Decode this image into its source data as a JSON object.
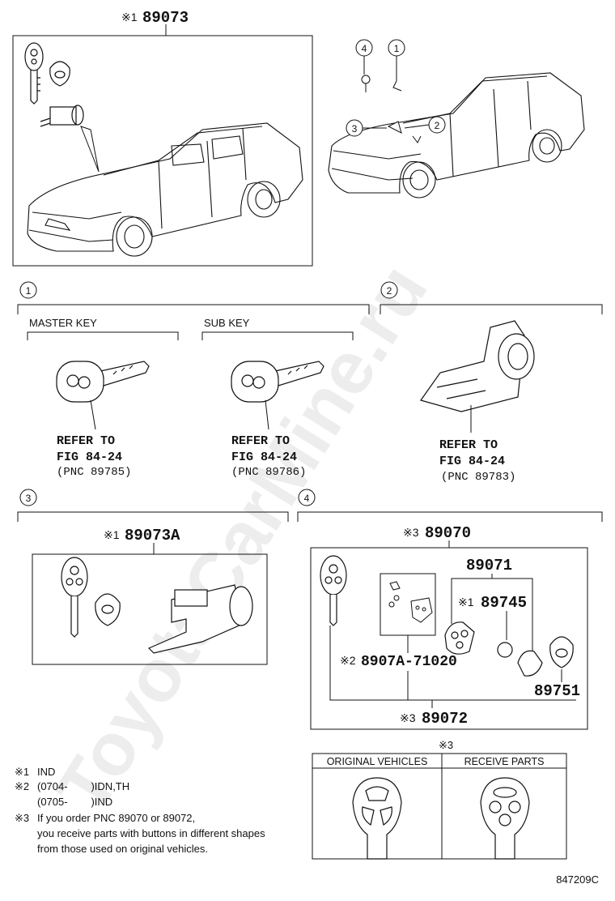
{
  "header": {
    "main_mark": "※1",
    "main_part": "89073"
  },
  "callouts": {
    "c1": "1",
    "c2": "2",
    "c3": "3",
    "c4": "4"
  },
  "section1": {
    "num": "1",
    "master_key_label": "MASTER KEY",
    "sub_key_label": "SUB KEY",
    "master_ref": [
      "REFER TO",
      "FIG 84-24",
      "(PNC 89785)"
    ],
    "sub_ref": [
      "REFER TO",
      "FIG 84-24",
      "(PNC 89786)"
    ]
  },
  "section2": {
    "num": "2",
    "ref": [
      "REFER TO",
      "FIG 84-24",
      "(PNC 89783)"
    ]
  },
  "section3": {
    "num": "3",
    "mark": "※1",
    "part": "89073A"
  },
  "section4": {
    "num": "4",
    "top_mark": "※3",
    "top_part": "89070",
    "p89071": "89071",
    "mark_89745": "※1",
    "p89745": "89745",
    "mark_8907a": "※2",
    "p8907a": "8907A-71020",
    "p89751": "89751",
    "bottom_mark": "※3",
    "bottom_part": "89072"
  },
  "notes": {
    "n1_mark": "※1",
    "n1_text": "IND",
    "n2_mark": "※2",
    "n2_line1": "(0704-        )IDN,TH",
    "n2_line2": "(0705-        )IND",
    "n3_mark": "※3",
    "n3_line1": "If you order PNC 89070 or 89072,",
    "n3_line2": "you receive parts with buttons in different shapes",
    "n3_line3": "from those used on original vehicles."
  },
  "comparison": {
    "mark": "※3",
    "col1": "ORIGINAL VEHICLES",
    "col2": "RECEIVE PARTS"
  },
  "diagram_code": "847209C",
  "watermark": "ToyotaCarMine.ru"
}
